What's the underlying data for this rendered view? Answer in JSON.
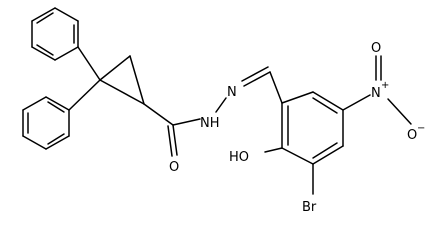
{
  "structure": {
    "background_color": "#ffffff",
    "bond_color": "#000000",
    "atoms": {
      "carbonyl_oxygen": "O",
      "hydrazide_nh": "NH",
      "imine_n": "N",
      "hydroxyl": "HO",
      "bromine": "Br",
      "nitro_n": "N",
      "nitro_n_charge": "+",
      "nitro_o_double": "O",
      "nitro_o_single": "O",
      "nitro_o_charge": "−"
    }
  }
}
